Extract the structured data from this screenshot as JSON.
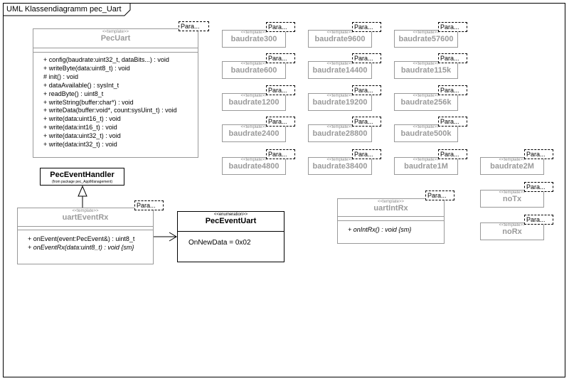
{
  "diagram": {
    "title": "UML Klassendiagramm pec_Uart",
    "template_stereotype": "<<template>>",
    "enum_stereotype": "<<enumeration>>",
    "param_label": "Para..."
  },
  "pec_uart": {
    "name": "PecUart",
    "operations": [
      "+ config(baudrate:uint32_t, dataBits...) : void",
      "+ writeByte(data:uint8_t) : void",
      "# init() : void",
      "+ dataAvailable() : sysInt_t",
      "+ readByte() : uint8_t",
      "+ writeString(buffer:char*) : void",
      "+ writeData(buffer:void*, count:sysUint_t) : void",
      "+ write(data:uint16_t) : void",
      "+ write(data:int16_t) : void",
      "+ write(data:uint32_t) : void",
      "+ write(data:int32_t) : void"
    ]
  },
  "templates": [
    "baudrate300",
    "baudrate9600",
    "baudrate57600",
    "baudrate600",
    "baudrate14400",
    "baudrate115k",
    "baudrate1200",
    "baudrate19200",
    "baudrate256k",
    "baudrate2400",
    "baudrate28800",
    "baudrate500k",
    "baudrate4800",
    "baudrate38400",
    "baudrate1M",
    "baudrate2M",
    "noTx",
    "noRx"
  ],
  "event_handler": {
    "name": "PecEventHandler",
    "package_note": "(from package pec_ApplManagement)"
  },
  "uart_event_rx": {
    "name": "uartEventRx",
    "operations": [
      {
        "text": "+ onEvent(event:PecEvent&) : uint8_t",
        "italic": false
      },
      {
        "text": "+ onEventRx(data:uint8_t) : void {sm}",
        "italic": true
      }
    ]
  },
  "pec_event_uart": {
    "name": "PecEventUart",
    "literal": "OnNewData = 0x02"
  },
  "uart_int_rx": {
    "name": "uartIntRx",
    "operations": [
      {
        "text": "+ onIntRx() : void {sm}",
        "italic": true
      }
    ]
  }
}
